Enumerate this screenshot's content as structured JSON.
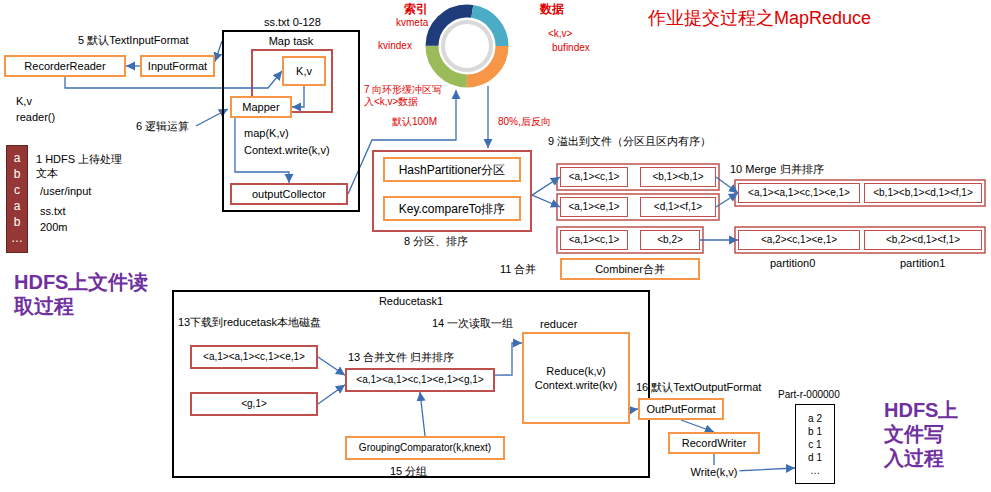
{
  "diagram": {
    "title": "作业提交过程之MapReduce",
    "nodes": [
      {
        "text": [
          "RecorderReader"
        ]
      },
      {
        "text": [
          "InputFormat"
        ]
      },
      {
        "text": [
          "ss.txt 0-128",
          "Map task"
        ]
      },
      {
        "text": [
          "K,v"
        ],
        "in": 2
      },
      {
        "text": [
          "Mapper"
        ],
        "in": 2
      },
      {
        "text": [
          "outputCollector"
        ],
        "in": 2
      },
      {
        "text": [
          "a",
          "b",
          "c",
          "a",
          "b",
          "…"
        ]
      },
      {
        "text": [
          "8 分区、排序"
        ]
      },
      {
        "text": [
          "HashPartitioner分区"
        ],
        "in": 7
      },
      {
        "text": [
          "Key.compareTo排序"
        ],
        "in": 7
      },
      {
        "text": [
          "<a,1><c,1>"
        ]
      },
      {
        "text": [
          "<b,1><b,1>"
        ]
      },
      {
        "text": [
          "<a,1><e,1>"
        ]
      },
      {
        "text": [
          "<d,1><f,1>"
        ]
      },
      {
        "text": [
          "<a,1><a,1><c,1><e,1>"
        ]
      },
      {
        "text": [
          "<b,1><b,1><d,1><f,1>"
        ]
      },
      {
        "text": [
          "<a,1><c,1>"
        ]
      },
      {
        "text": [
          "<b,2>"
        ]
      },
      {
        "text": [
          "<a,2><c,1><e,1>"
        ]
      },
      {
        "text": [
          "<b,2><d,1><f,1>"
        ]
      },
      {
        "text": [
          "Combiner合并"
        ]
      },
      {
        "text": [
          "Reducetask1"
        ]
      },
      {
        "text": [
          "<a,1><a,1><c,1><e,1>"
        ],
        "in": 21
      },
      {
        "text": [
          "<g,1>"
        ],
        "in": 21
      },
      {
        "text": [
          "<a,1><a,1><c,1><e,1><g,1>"
        ],
        "in": 21
      },
      {
        "text": [
          "reducer",
          "Reduce(k,v) Context.write(kv)"
        ],
        "in": 21
      },
      {
        "text": [
          "GroupingComparator(k,knext)"
        ],
        "in": 21
      },
      {
        "text": [
          "OutPutFormat"
        ]
      },
      {
        "text": [
          "RecordWriter"
        ]
      },
      {
        "text": [
          "Part-r-000000",
          "a 2",
          "b 1",
          "c 1",
          "d 1",
          "…"
        ]
      }
    ],
    "edges": [
      {
        "from": 1,
        "to": 0,
        "arrow": "to"
      },
      {
        "from": 2,
        "to": 1,
        "arrow": "to"
      },
      {
        "from": 0,
        "to": 3,
        "arrow": "to"
      },
      {
        "from": 3,
        "to": 4,
        "arrow": "to"
      },
      {
        "from": 4,
        "to": 5,
        "arrow": "to"
      },
      {
        "from": 7,
        "to": 10,
        "arrow": "to"
      },
      {
        "from": 7,
        "to": 12,
        "arrow": "to"
      },
      {
        "from": 11,
        "to": 14,
        "arrow": "to"
      },
      {
        "from": 13,
        "to": 14,
        "arrow": "to"
      },
      {
        "from": 17,
        "to": 18,
        "arrow": "to"
      },
      {
        "from": 22,
        "to": 24,
        "arrow": "to"
      },
      {
        "from": 23,
        "to": 24,
        "arrow": "to"
      },
      {
        "from": 24,
        "to": 25,
        "arrow": "to"
      },
      {
        "from": 26,
        "to": 24,
        "arrow": "to"
      },
      {
        "from": 25,
        "to": 27,
        "arrow": "to"
      },
      {
        "from": 27,
        "to": 28,
        "arrow": "to"
      },
      {
        "from": 28,
        "to": 29,
        "label": "Write(k,v)",
        "arrow": "to"
      }
    ],
    "labels": [
      "5 默认TextInputFormat",
      "K,v",
      "reader()",
      "6 逻辑运算",
      "map(K,v)",
      "Context.write(k,v)",
      "1 HDFS 上待处理文本",
      "/user/input",
      "ss.txt",
      "200m",
      "HDFS上文件读取过程",
      "索引",
      "kvmeta",
      "kvindex",
      "数据",
      "<k,v>",
      "bufindex",
      "7 向环形缓冲区写入<k,v>数据",
      "默认100M",
      "80%,后反向",
      "9 溢出到文件（分区且区内有序）",
      "10 Merge 归并排序",
      "partition0",
      "partition1",
      "11 合并",
      "13下载到reducetask本地磁盘",
      "14 一次读取一组",
      "13 合并文件 归并排序",
      "15 分组",
      "16 默认TextOutputFormat",
      "HDFS上文件写入过程"
    ]
  }
}
